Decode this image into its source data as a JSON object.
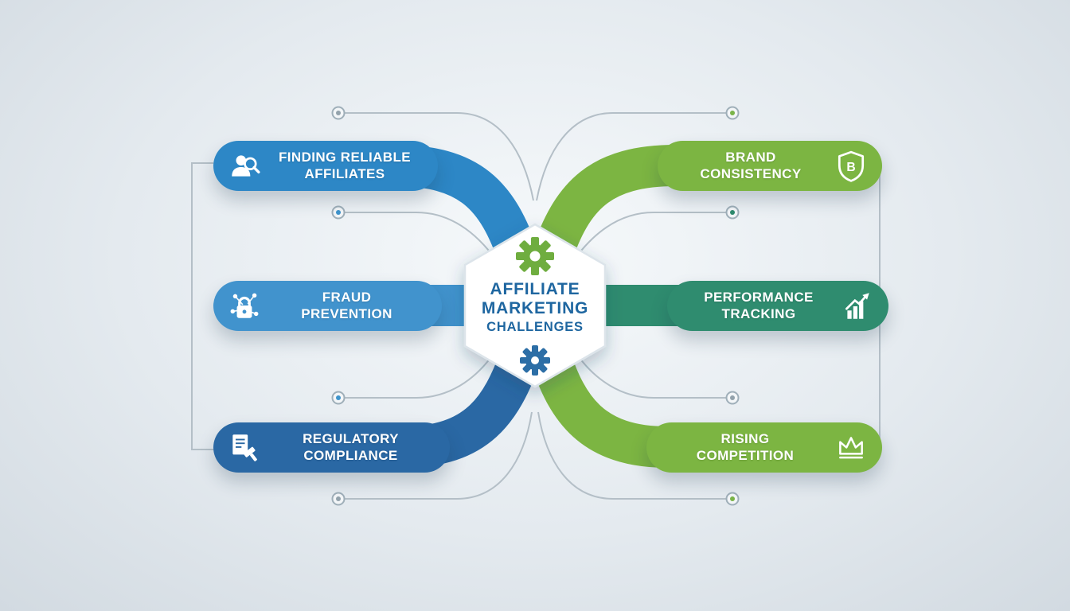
{
  "center": {
    "line1": "AFFILIATE",
    "line2": "MARKETING",
    "line3": "CHALLENGES"
  },
  "branches": {
    "left": [
      {
        "label": "FINDING RELIABLE\nAFFILIATES",
        "icon": "person-search-icon",
        "color": "#2D87C6"
      },
      {
        "label": "FRAUD\nPREVENTION",
        "icon": "network-lock-icon",
        "color": "#4193CD"
      },
      {
        "label": "REGULATORY\nCOMPLIANCE",
        "icon": "gavel-document-icon",
        "color": "#2A68A4"
      }
    ],
    "right": [
      {
        "label": "BRAND\nCONSISTENCY",
        "icon": "brand-shield-icon",
        "color": "#7CB542"
      },
      {
        "label": "PERFORMANCE\nTRACKING",
        "icon": "performance-chart-icon",
        "color": "#2F8C6F"
      },
      {
        "label": "RISING\nCOMPETITION",
        "icon": "crown-icon",
        "color": "#7CB542"
      }
    ]
  },
  "icons": {
    "brand_letter": "B"
  },
  "palette": {
    "blue": "#2D87C6",
    "mid_blue": "#4193CD",
    "dark_blue": "#2A68A4",
    "green": "#7CB542",
    "teal": "#2F8C6F",
    "gear_green": "#6FAD3F",
    "gear_blue": "#2C6EA6",
    "center_text": "#1E66A0",
    "connector_line": "#B4BFC7",
    "background_light": "#F6F9FB",
    "background_dark": "#D2DAE1"
  }
}
